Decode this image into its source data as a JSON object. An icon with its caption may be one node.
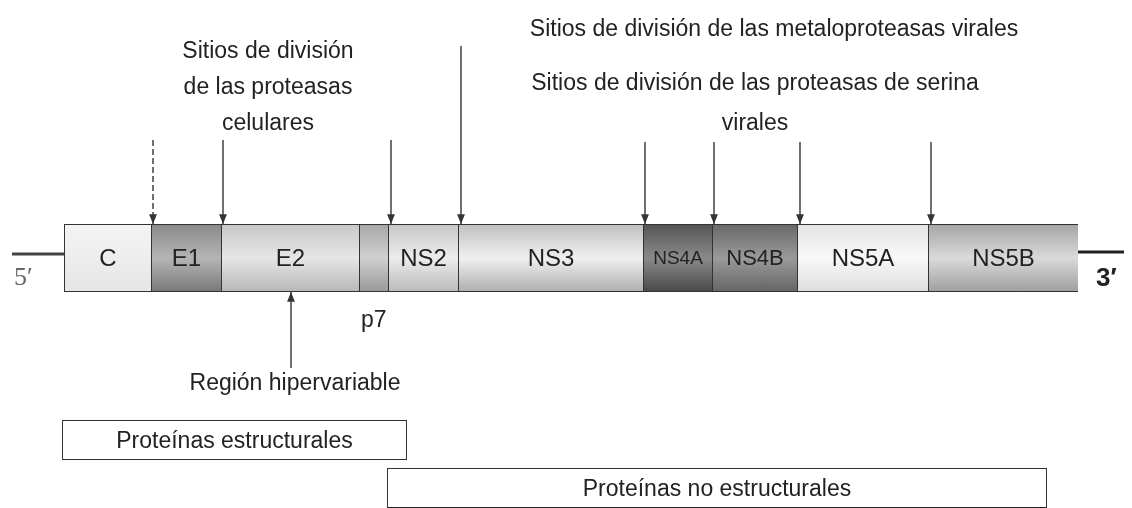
{
  "diagram": {
    "nodes": [
      {
        "text": [
          "Sitios de división de las proteasas celulares"
        ]
      },
      {
        "text": [
          "Sitios de división de las metaloproteasas virales"
        ]
      },
      {
        "text": [
          "Sitios de división de las proteasas de serina virales"
        ]
      },
      {
        "text": [
          "C"
        ]
      },
      {
        "text": [
          "E1"
        ]
      },
      {
        "text": [
          "E2"
        ]
      },
      {
        "text": [],
        "shape": "box",
        "beside": [
          "p7"
        ]
      },
      {
        "text": [
          "NS2"
        ]
      },
      {
        "text": [
          "NS3"
        ]
      },
      {
        "text": [
          "NS4A"
        ]
      },
      {
        "text": [
          "NS4B"
        ]
      },
      {
        "text": [
          "NS5A"
        ]
      },
      {
        "text": [
          "NS5B"
        ]
      },
      {
        "text": [
          "Región hipervariable"
        ]
      },
      {
        "text": [
          "Proteínas estructurales"
        ]
      },
      {
        "text": [
          "Proteínas no estructurales"
        ]
      }
    ],
    "edges": [
      {
        "from": 0,
        "to": 4,
        "arrow": "to",
        "style": "dashed"
      },
      {
        "from": 0,
        "to": 5,
        "arrow": "to"
      },
      {
        "from": 0,
        "to": 7,
        "arrow": "to"
      },
      {
        "from": 1,
        "to": 8,
        "arrow": "to"
      },
      {
        "from": 2,
        "to": 9,
        "arrow": "to"
      },
      {
        "from": 2,
        "to": 10,
        "arrow": "to"
      },
      {
        "from": 2,
        "to": 11,
        "arrow": "to"
      },
      {
        "from": 2,
        "to": 12,
        "arrow": "to"
      },
      {
        "from": 13,
        "to": 5,
        "arrow": "to"
      }
    ],
    "labels": [
      "5′",
      "3′"
    ]
  }
}
